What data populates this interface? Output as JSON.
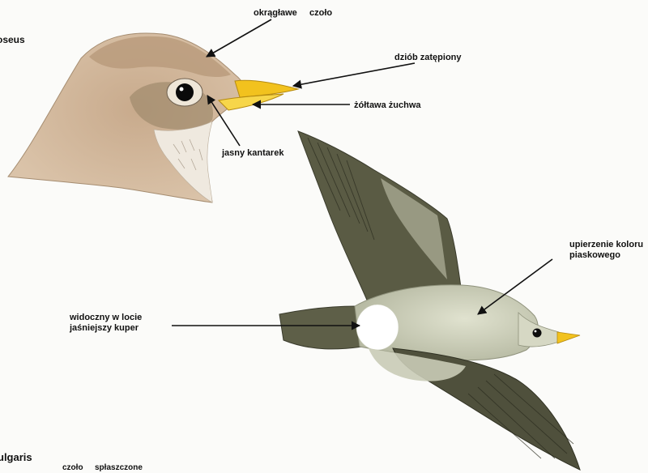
{
  "species_labels": {
    "top": "oseus",
    "bottom": "ulgaris"
  },
  "annotations": {
    "okraglawe": "okrągławe",
    "czolo_top": "czoło",
    "dziob": "dziób zatępiony",
    "zoltawa": "żółtawa żuchwa",
    "kantarek": "jasny kantarek",
    "upierzenie": "upierzenie koloru\npiaskowego",
    "kuper": "widoczny w locie\njaśniejszy kuper",
    "czolo_bottom": "czoło",
    "splaszczone": "spłaszczone"
  },
  "colors": {
    "background": "#fbfbf9",
    "head_plumage": "#d2b79c",
    "head_crown": "#b69878",
    "bill": "#f2c21e",
    "wing_dark": "#5a5b44",
    "wing_band": "#9ea08a",
    "body_light": "#d6d8c4",
    "rump": "#ffffff",
    "arrow": "#111111"
  }
}
